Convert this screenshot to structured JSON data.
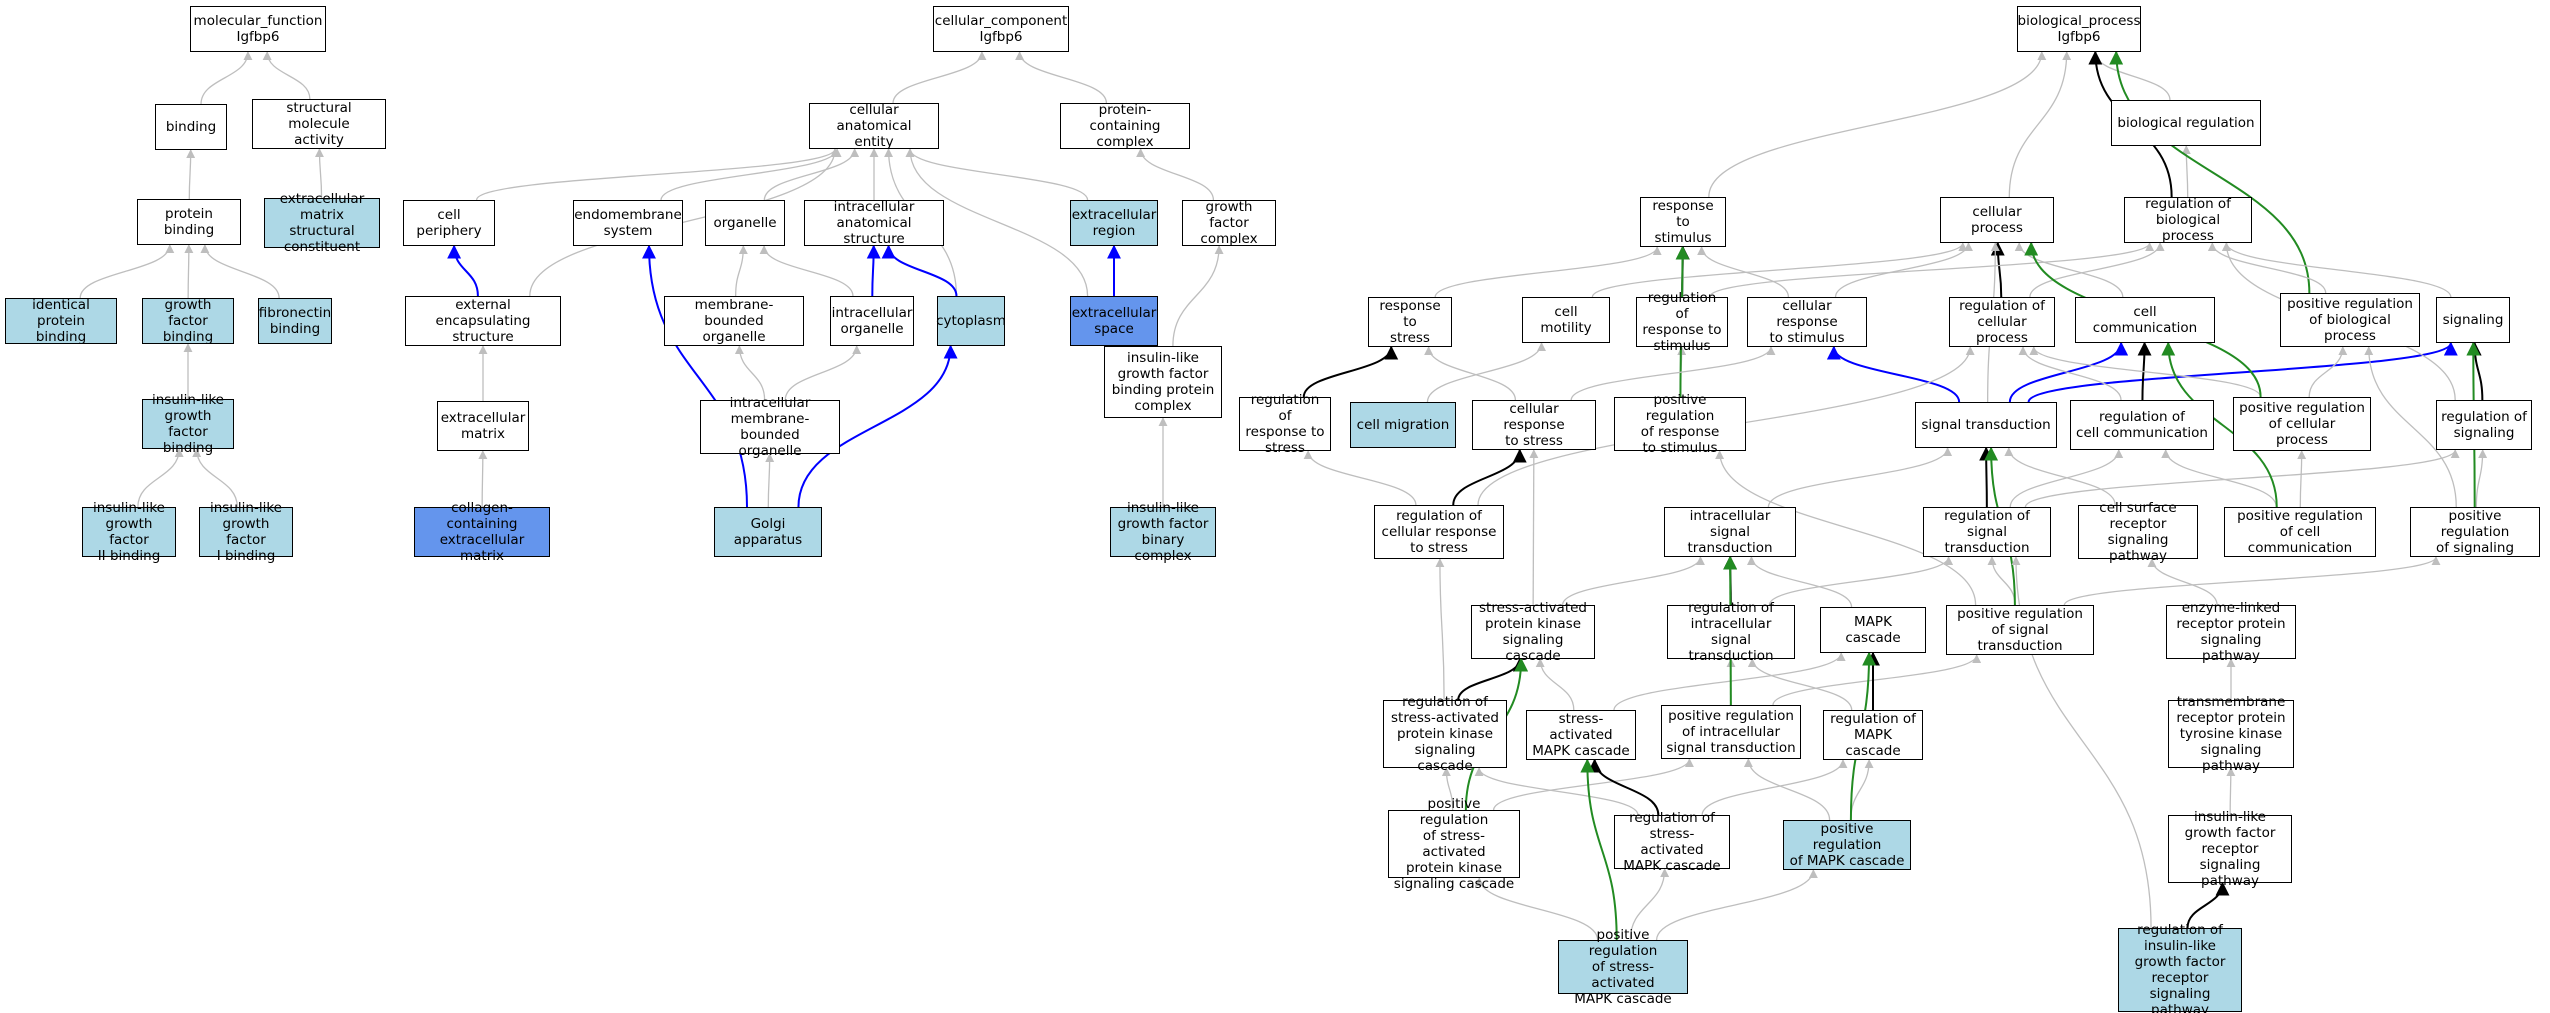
{
  "colors": {
    "light": "#add8e6",
    "blue": "#6495ed",
    "gray": "#bebebe",
    "black": "#000000",
    "bluedge": "#0000ff",
    "green": "#228b22"
  },
  "nodes": {
    "mf": "molecular_function\nIgfbp6",
    "binding": "binding",
    "smact": "structural molecule\nactivity",
    "protbind": "protein binding",
    "ecmsc": "extracellular\nmatrix structural\nconstituent",
    "idprot": "identical protein\nbinding",
    "gfbind": "growth factor\nbinding",
    "fibro": "fibronectin\nbinding",
    "iigfb": "insulin-like\ngrowth factor\nbinding",
    "igf2": "insulin-like\ngrowth factor\nII binding",
    "igf1": "insulin-like\ngrowth factor\nI binding",
    "cc": "cellular_component\nIgfbp6",
    "cae": "cellular anatomical\nentity",
    "pcc": "protein-containing\ncomplex",
    "cper": "cell periphery",
    "endo": "endomembrane\nsystem",
    "organelle": "organelle",
    "ias": "intracellular\nanatomical structure",
    "ecreg": "extracellular\nregion",
    "gfc": "growth factor\ncomplex",
    "ees": "external encapsulating\nstructure",
    "mbo": "membrane-bounded\norganelle",
    "iorg": "intracellular\norganelle",
    "cyto": "cytoplasm",
    "ecspace": "extracellular\nspace",
    "ecm": "extracellular\nmatrix",
    "imbo": "intracellular\nmembrane-bounded\norganelle",
    "iigfbpc": "insulin-like\ngrowth factor\nbinding protein\ncomplex",
    "collagen": "collagen-containing\nextracellular\nmatrix",
    "golgi": "Golgi apparatus",
    "igfbc": "insulin-like\ngrowth factor\nbinary complex",
    "bp": "biological_process\nIgfbp6",
    "breg": "biological regulation",
    "rstim": "response to\nstimulus",
    "cproc": "cellular process",
    "rbp": "regulation of\nbiological process",
    "rstress": "response to\nstress",
    "cmot": "cell motility",
    "regrstim": "regulation of\nresponse to\nstimulus",
    "crstim": "cellular response\nto stimulus",
    "rcp": "regulation of\ncellular process",
    "ccomm": "cell communication",
    "prbp": "positive regulation\nof biological\nprocess",
    "signaling": "signaling",
    "regrstress": "regulation of\nresponse to\nstress",
    "cmig": "cell migration",
    "crstress": "cellular response\nto stress",
    "prrstim": "positive regulation\nof response\nto stimulus",
    "sigtrans": "signal transduction",
    "rccomm": "regulation of\ncell communication",
    "prcp": "positive regulation\nof cellular\nprocess",
    "regsig": "regulation of\nsignaling",
    "rcrstress": "regulation of\ncellular response\nto stress",
    "ist": "intracellular\nsignal transduction",
    "rst": "regulation of\nsignal transduction",
    "csrsp": "cell surface\nreceptor signaling\npathway",
    "prccomm": "positive regulation\nof cell communication",
    "prsig": "positive regulation\nof signaling",
    "sapk": "stress-activated\nprotein kinase\nsignaling cascade",
    "rist": "regulation of\nintracellular\nsignal transduction",
    "mapk": "MAPK cascade",
    "prst": "positive regulation\nof signal transduction",
    "elrsp": "enzyme-linked\nreceptor protein\nsignaling pathway",
    "rsapk": "regulation of\nstress-activated\nprotein kinase\nsignaling cascade",
    "samapk": "stress-activated\nMAPK cascade",
    "prist": "positive regulation\nof intracellular\nsignal transduction",
    "rmapk": "regulation of\nMAPK cascade",
    "tmrptk": "transmembrane\nreceptor protein\ntyrosine kinase\nsignaling pathway",
    "prsapk": "positive regulation\nof stress-activated\nprotein kinase\nsignaling cascade",
    "rsamapk": "regulation of\nstress-activated\nMAPK cascade",
    "prmapk": "positive regulation\nof MAPK cascade",
    "igfrsp": "insulin-like\ngrowth factor\nreceptor signaling\npathway",
    "prsamapk": "positive regulation\nof stress-activated\nMAPK cascade",
    "rigfrsp": "regulation of\ninsulin-like\ngrowth factor\nreceptor signaling\npathway"
  }
}
